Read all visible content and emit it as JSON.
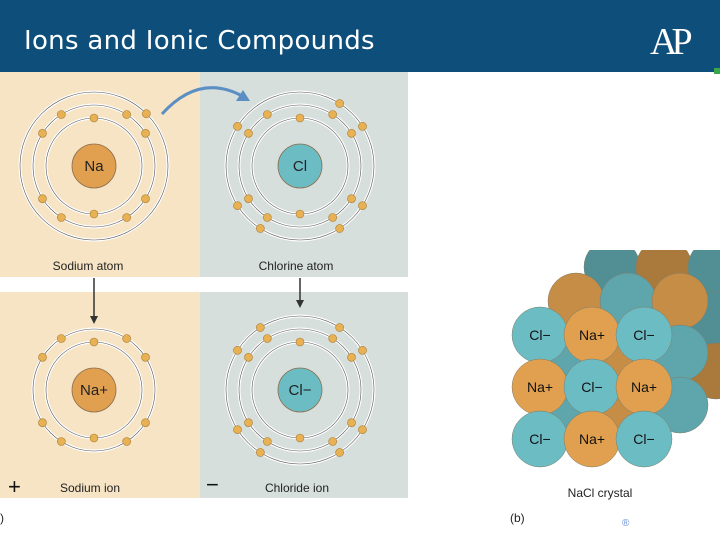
{
  "header": {
    "title": "Ions and Ionic Compounds",
    "logo_text": "AP"
  },
  "figure_a": {
    "panel_label": ")",
    "sodium_atom": {
      "label": "Sodium atom",
      "nucleus": "Na",
      "shells": [
        2,
        8,
        1
      ]
    },
    "chlorine_atom": {
      "label": "Chlorine atom",
      "nucleus": "Cl",
      "shells": [
        2,
        8,
        7
      ]
    },
    "sodium_ion": {
      "label": "Sodium ion",
      "nucleus": "Na+",
      "shells": [
        2,
        8
      ],
      "sign": "+"
    },
    "chloride_ion": {
      "label": "Chloride ion",
      "nucleus": "Cl−",
      "shells": [
        2,
        8,
        8
      ],
      "sign": "−"
    }
  },
  "figure_b": {
    "panel_label": "(b)",
    "caption": "NaCl crystal",
    "front_labels": [
      [
        "Cl−",
        "Na+",
        "Cl−"
      ],
      [
        "Na+",
        "Cl−",
        "Na+"
      ],
      [
        "Cl−",
        "Na+",
        "Cl−"
      ]
    ]
  },
  "colors": {
    "header": "#0d4f7a",
    "left_panel": "#f6e4c4",
    "right_panel": "#d6dfdc",
    "sodium": "#e0a050",
    "chlorine": "#6cbcc4",
    "electron": "#e8b254"
  },
  "page_glyph": "®"
}
